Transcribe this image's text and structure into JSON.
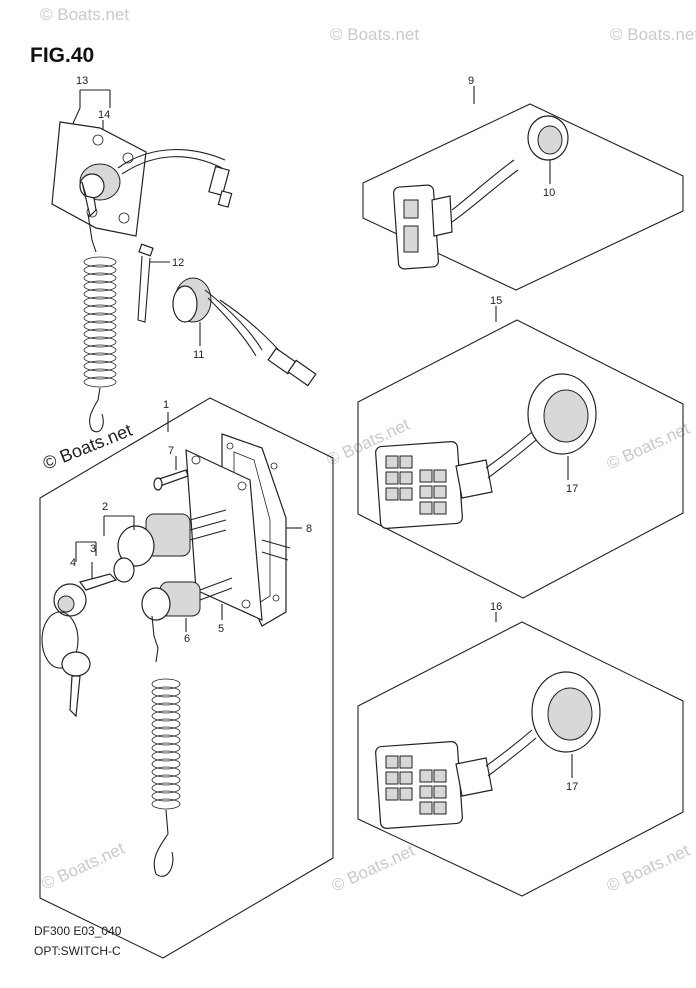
{
  "figure": {
    "title": "FIG.40"
  },
  "footer": {
    "code": "DF300 E03_040",
    "name": "OPT:SWITCH-C"
  },
  "watermark": {
    "text": "© Boats.net"
  },
  "callouts": [
    "1",
    "2",
    "3",
    "4",
    "5",
    "6",
    "7",
    "8",
    "9",
    "10",
    "11",
    "12",
    "13",
    "14",
    "15",
    "16",
    "17",
    "17"
  ]
}
